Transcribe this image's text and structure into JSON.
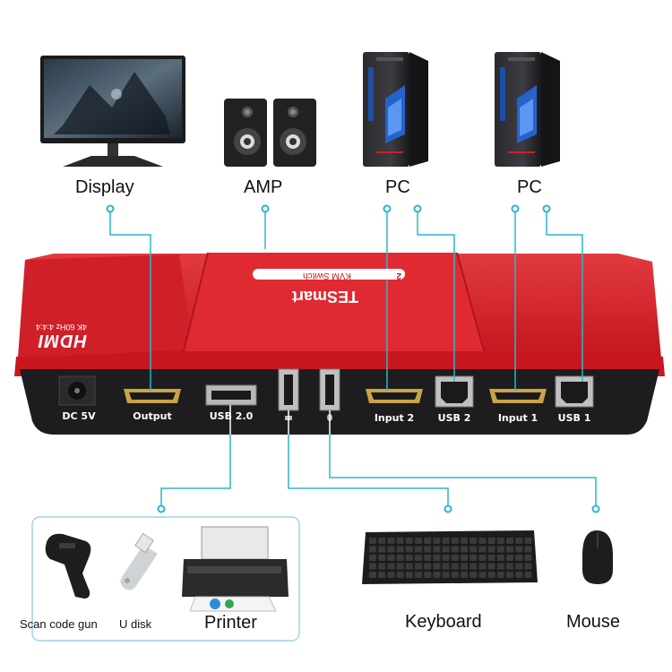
{
  "devices_top": {
    "display": "Display",
    "amp": "AMP",
    "pc1": "PC",
    "pc2": "PC"
  },
  "devices_bottom": {
    "scan_gun": "Scan code gun",
    "u_disk": "U disk",
    "printer": "Printer",
    "keyboard": "Keyboard",
    "mouse": "Mouse"
  },
  "switch": {
    "brand": "TESmart",
    "model": "KVM Switch",
    "ports_count": "2",
    "hdmi_logo": "HDMI",
    "hdmi_spec": "4K 60Hz 4:4:4",
    "ports": {
      "dc": "DC 5V",
      "output": "Output",
      "usb20": "USB 2.0",
      "input2": "Input 2",
      "usb2": "USB 2",
      "input1": "Input 1",
      "usb1": "USB 1"
    }
  },
  "colors": {
    "body_red": "#d8202a",
    "panel_dark": "#1d1d1f",
    "connector_line": "#2bb5c9",
    "port_gold": "#c9a24a"
  },
  "icons": [
    "monitor-icon",
    "speaker-icon",
    "pc-tower-icon",
    "barcode-scanner-icon",
    "usb-drive-icon",
    "printer-icon",
    "keyboard-icon",
    "mouse-icon"
  ]
}
